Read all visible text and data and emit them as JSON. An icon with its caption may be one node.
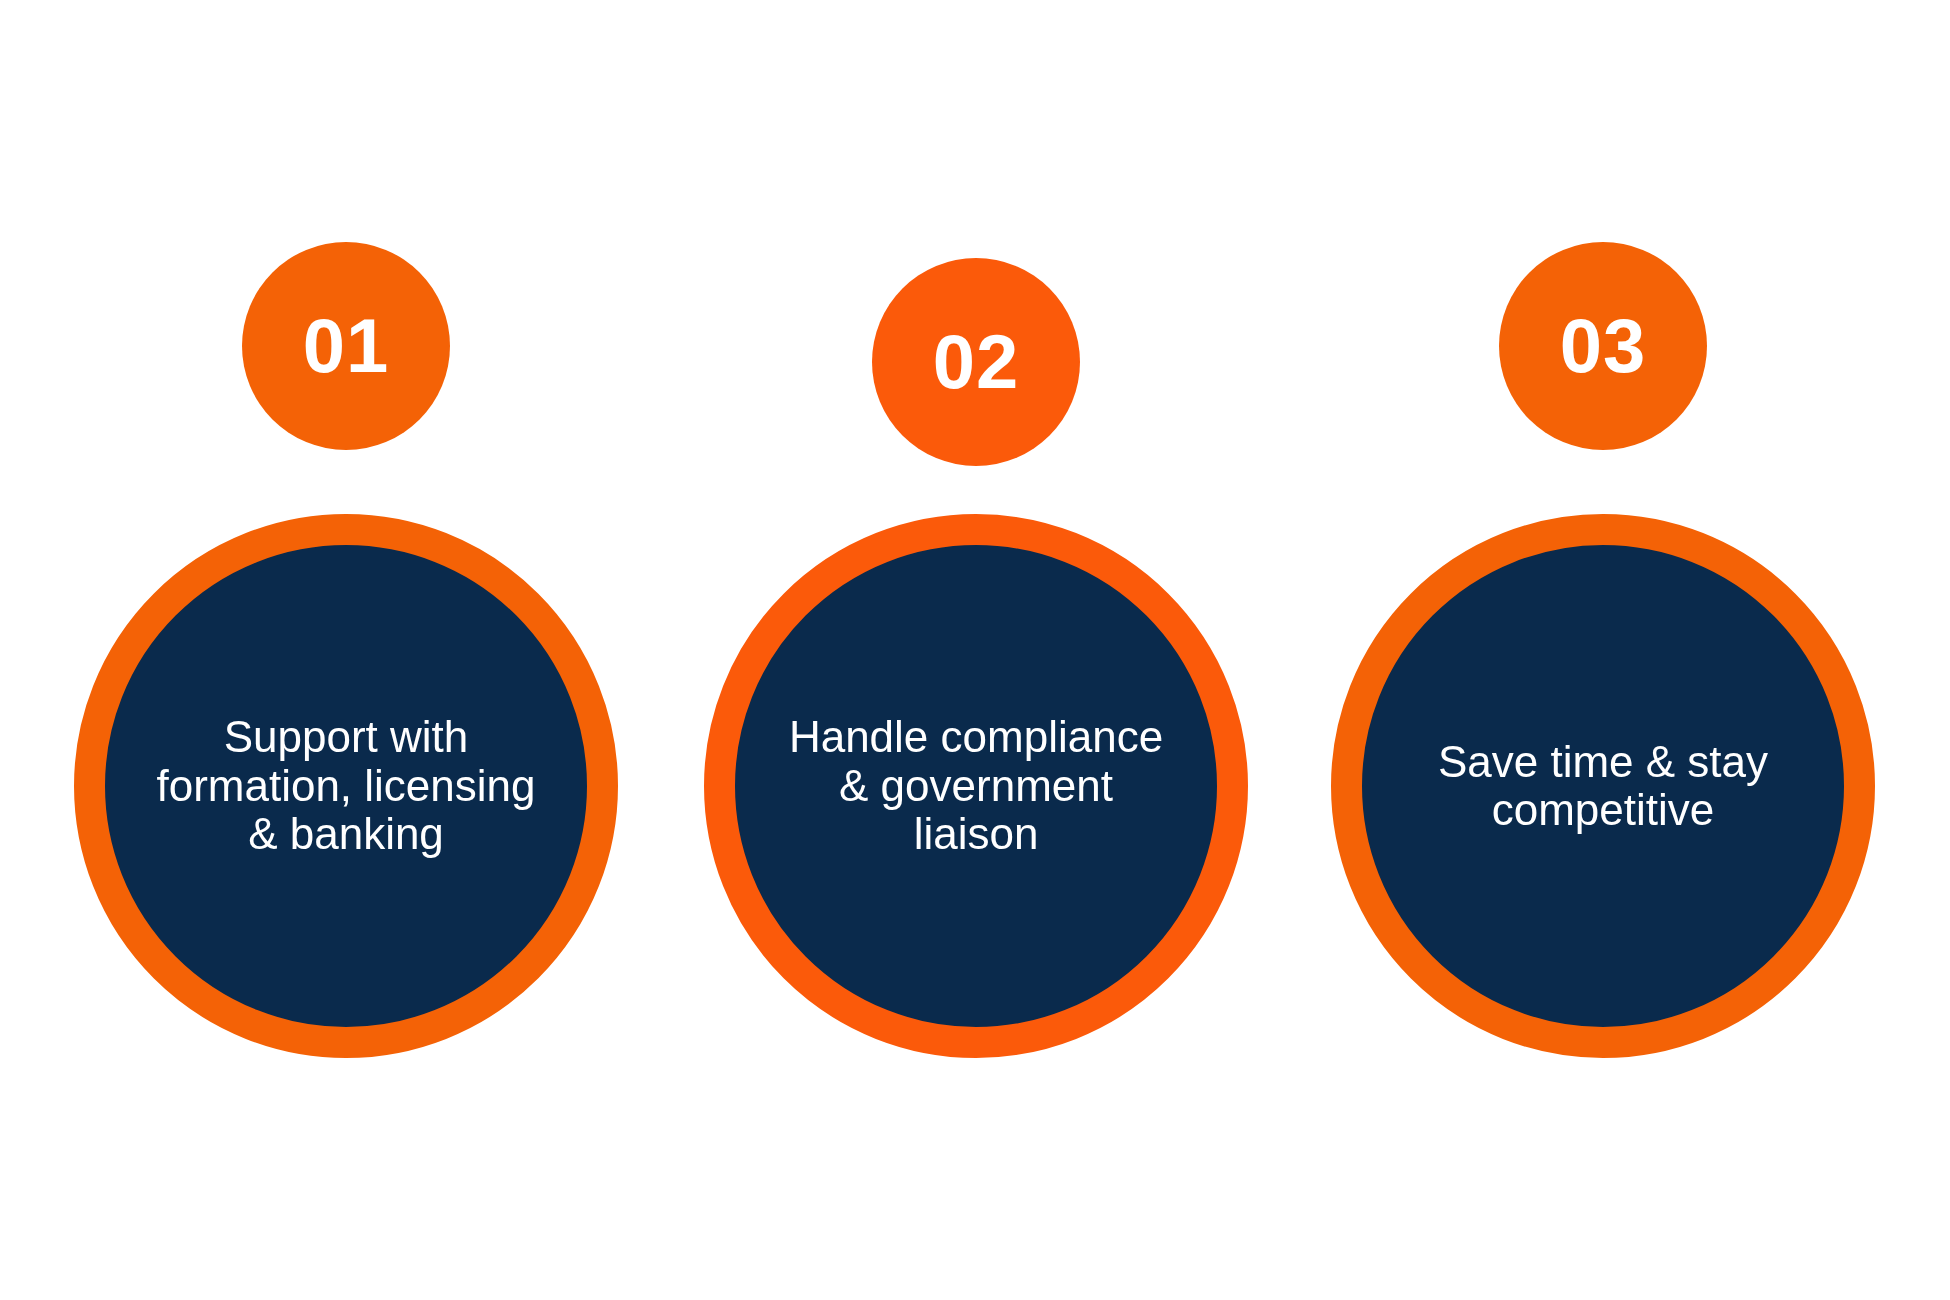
{
  "diagram": {
    "nodes": [
      {
        "text": [
          "01"
        ]
      },
      {
        "text": [
          "Support with formation, licensing & banking"
        ]
      },
      {
        "text": [
          "02"
        ]
      },
      {
        "text": [
          "Handle compliance & government liaison"
        ]
      },
      {
        "text": [
          "03"
        ]
      },
      {
        "text": [
          "Save time & stay competitive"
        ]
      }
    ]
  }
}
